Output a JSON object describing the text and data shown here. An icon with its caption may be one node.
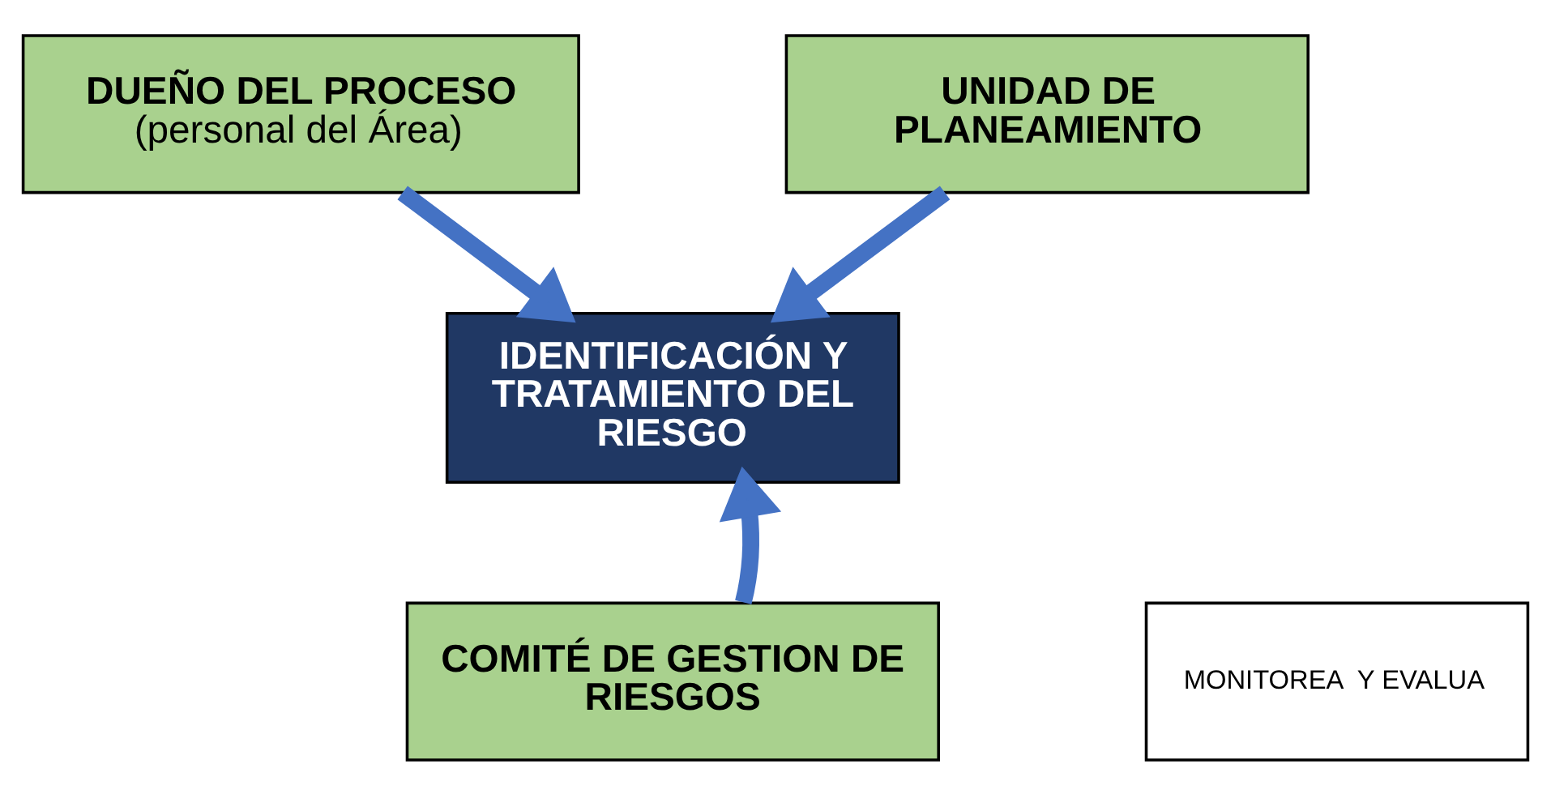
{
  "diagram": {
    "nodes": [
      {
        "text": [
          "DUEÑO DEL PROCESO",
          "(personal del Área)"
        ]
      },
      {
        "text": [
          "UNIDAD DE PLANEAMIENTO"
        ]
      },
      {
        "text": [
          "IDENTIFICACIÓN Y TRATAMIENTO DEL RIESGO"
        ]
      },
      {
        "text": [
          "MONITOREA  Y EVALUA"
        ]
      },
      {
        "text": [
          "COMITÉ DE GESTION DE RIESGOS"
        ]
      }
    ],
    "edges": [
      {
        "from": 0,
        "to": 2,
        "arrow": "to"
      },
      {
        "from": 1,
        "to": 2,
        "arrow": "to"
      },
      {
        "from": 4,
        "to": 2,
        "arrow": "to"
      }
    ]
  }
}
